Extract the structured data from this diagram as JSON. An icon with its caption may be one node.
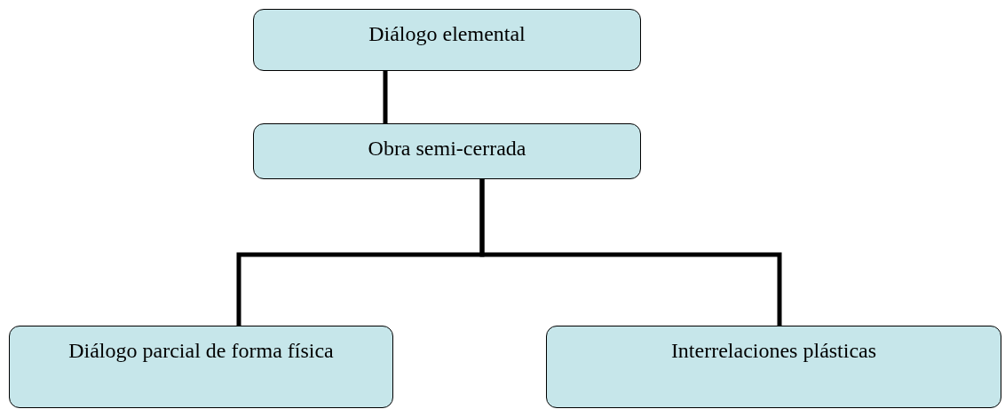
{
  "diagram": {
    "nodes": [
      {
        "text": [
          "Diálogo elemental"
        ]
      },
      {
        "text": [
          "Obra semi-cerrada"
        ]
      },
      {
        "text": [
          "Diálogo parcial de forma física"
        ]
      },
      {
        "text": [
          "Interrelaciones plásticas"
        ]
      }
    ],
    "edges": [
      {
        "from": 0,
        "to": 1,
        "arrow": "none"
      },
      {
        "from": 1,
        "to": 2,
        "arrow": "none"
      },
      {
        "from": 1,
        "to": 3,
        "arrow": "none"
      }
    ]
  }
}
